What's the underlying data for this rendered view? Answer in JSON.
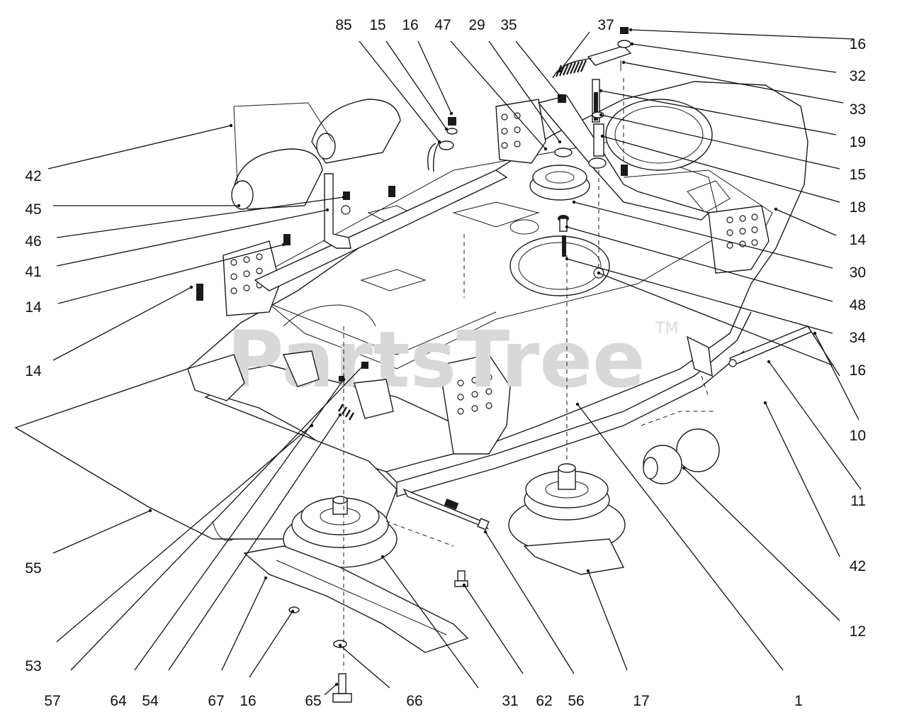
{
  "watermark": {
    "text": "PartsTree",
    "trademark": "TM"
  },
  "callouts": [
    {
      "n": "85"
    },
    {
      "n": "15"
    },
    {
      "n": "16"
    },
    {
      "n": "47"
    },
    {
      "n": "29"
    },
    {
      "n": "35"
    },
    {
      "n": "37"
    },
    {
      "n": "16"
    },
    {
      "n": "32"
    },
    {
      "n": "33"
    },
    {
      "n": "19"
    },
    {
      "n": "15"
    },
    {
      "n": "18"
    },
    {
      "n": "14"
    },
    {
      "n": "30"
    },
    {
      "n": "48"
    },
    {
      "n": "34"
    },
    {
      "n": "16"
    },
    {
      "n": "10"
    },
    {
      "n": "11"
    },
    {
      "n": "42"
    },
    {
      "n": "12"
    },
    {
      "n": "1"
    },
    {
      "n": "17"
    },
    {
      "n": "56"
    },
    {
      "n": "62"
    },
    {
      "n": "31"
    },
    {
      "n": "66"
    },
    {
      "n": "65"
    },
    {
      "n": "16"
    },
    {
      "n": "67"
    },
    {
      "n": "54"
    },
    {
      "n": "64"
    },
    {
      "n": "57"
    },
    {
      "n": "53"
    },
    {
      "n": "55"
    },
    {
      "n": "14"
    },
    {
      "n": "14"
    },
    {
      "n": "41"
    },
    {
      "n": "46"
    },
    {
      "n": "45"
    },
    {
      "n": "42"
    }
  ]
}
